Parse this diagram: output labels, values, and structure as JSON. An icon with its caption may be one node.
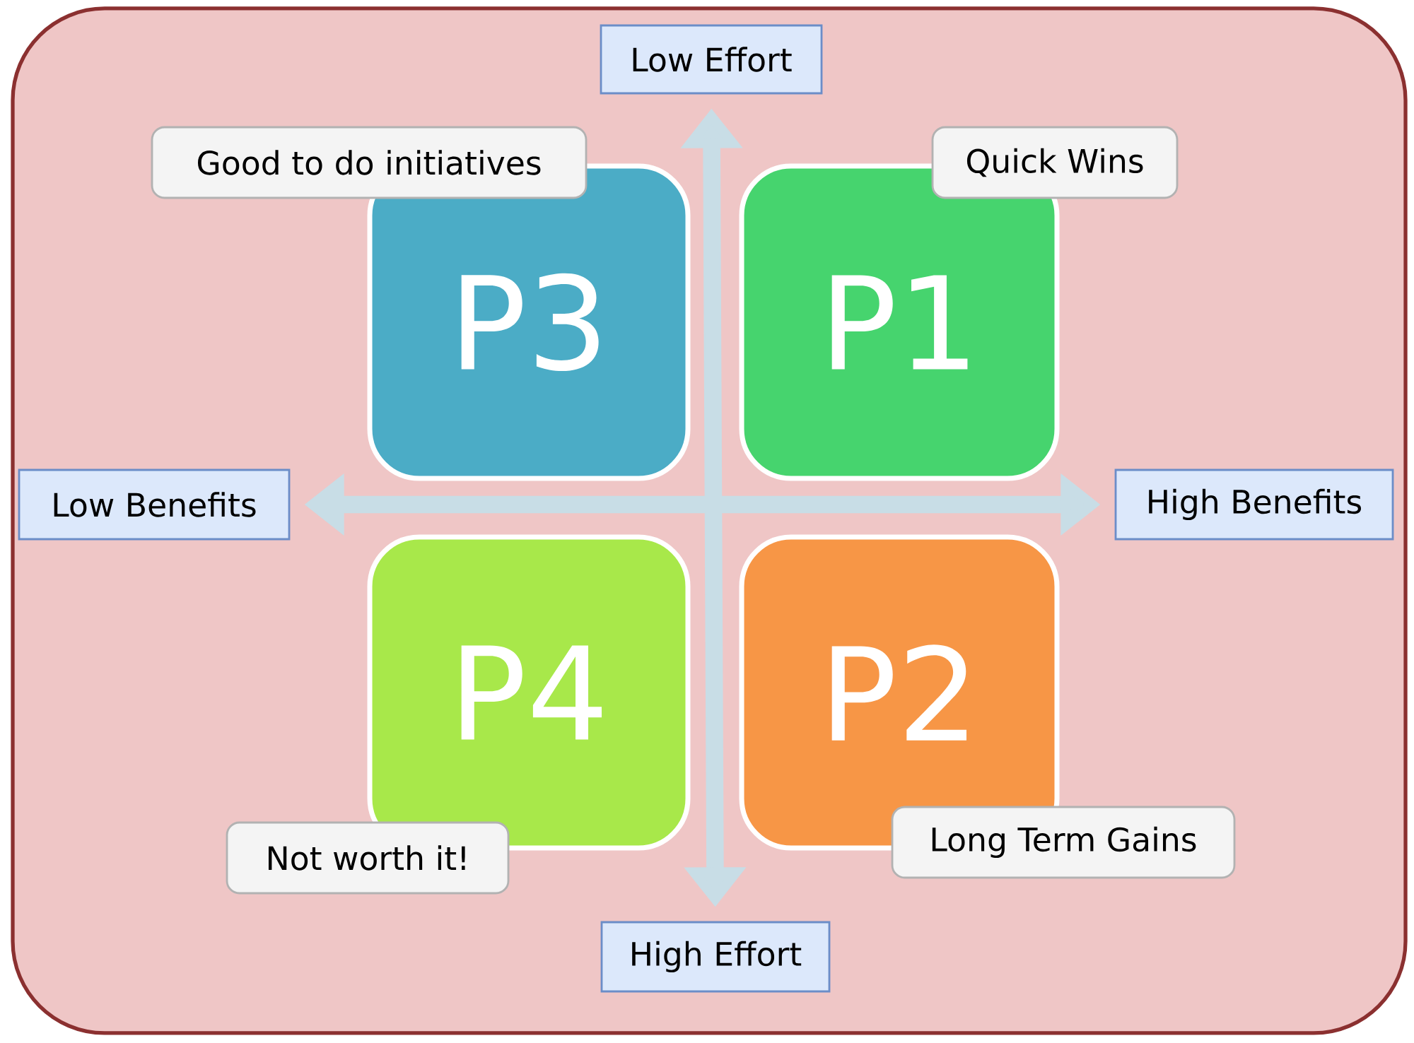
{
  "diagram": {
    "nodes": [
      {
        "text": [
          "Low Effort"
        ]
      },
      {
        "text": [
          "Good to do initiatives"
        ]
      },
      {
        "text": [
          "Quick Wins"
        ]
      },
      {
        "text": [
          "P3"
        ]
      },
      {
        "text": [
          "P1"
        ]
      },
      {
        "text": [
          "Low Benefits"
        ]
      },
      {
        "text": [
          "High Benefits"
        ]
      },
      {
        "text": [
          "P4"
        ]
      },
      {
        "text": [
          "P2"
        ]
      },
      {
        "text": [
          "Not worth it!"
        ]
      },
      {
        "text": [
          "Long Term Gains"
        ]
      },
      {
        "text": [
          "High Effort"
        ]
      }
    ],
    "edges": [
      {
        "from": 0,
        "to": 11,
        "arrow": "both"
      },
      {
        "from": 5,
        "to": 6,
        "arrow": "both"
      }
    ]
  }
}
